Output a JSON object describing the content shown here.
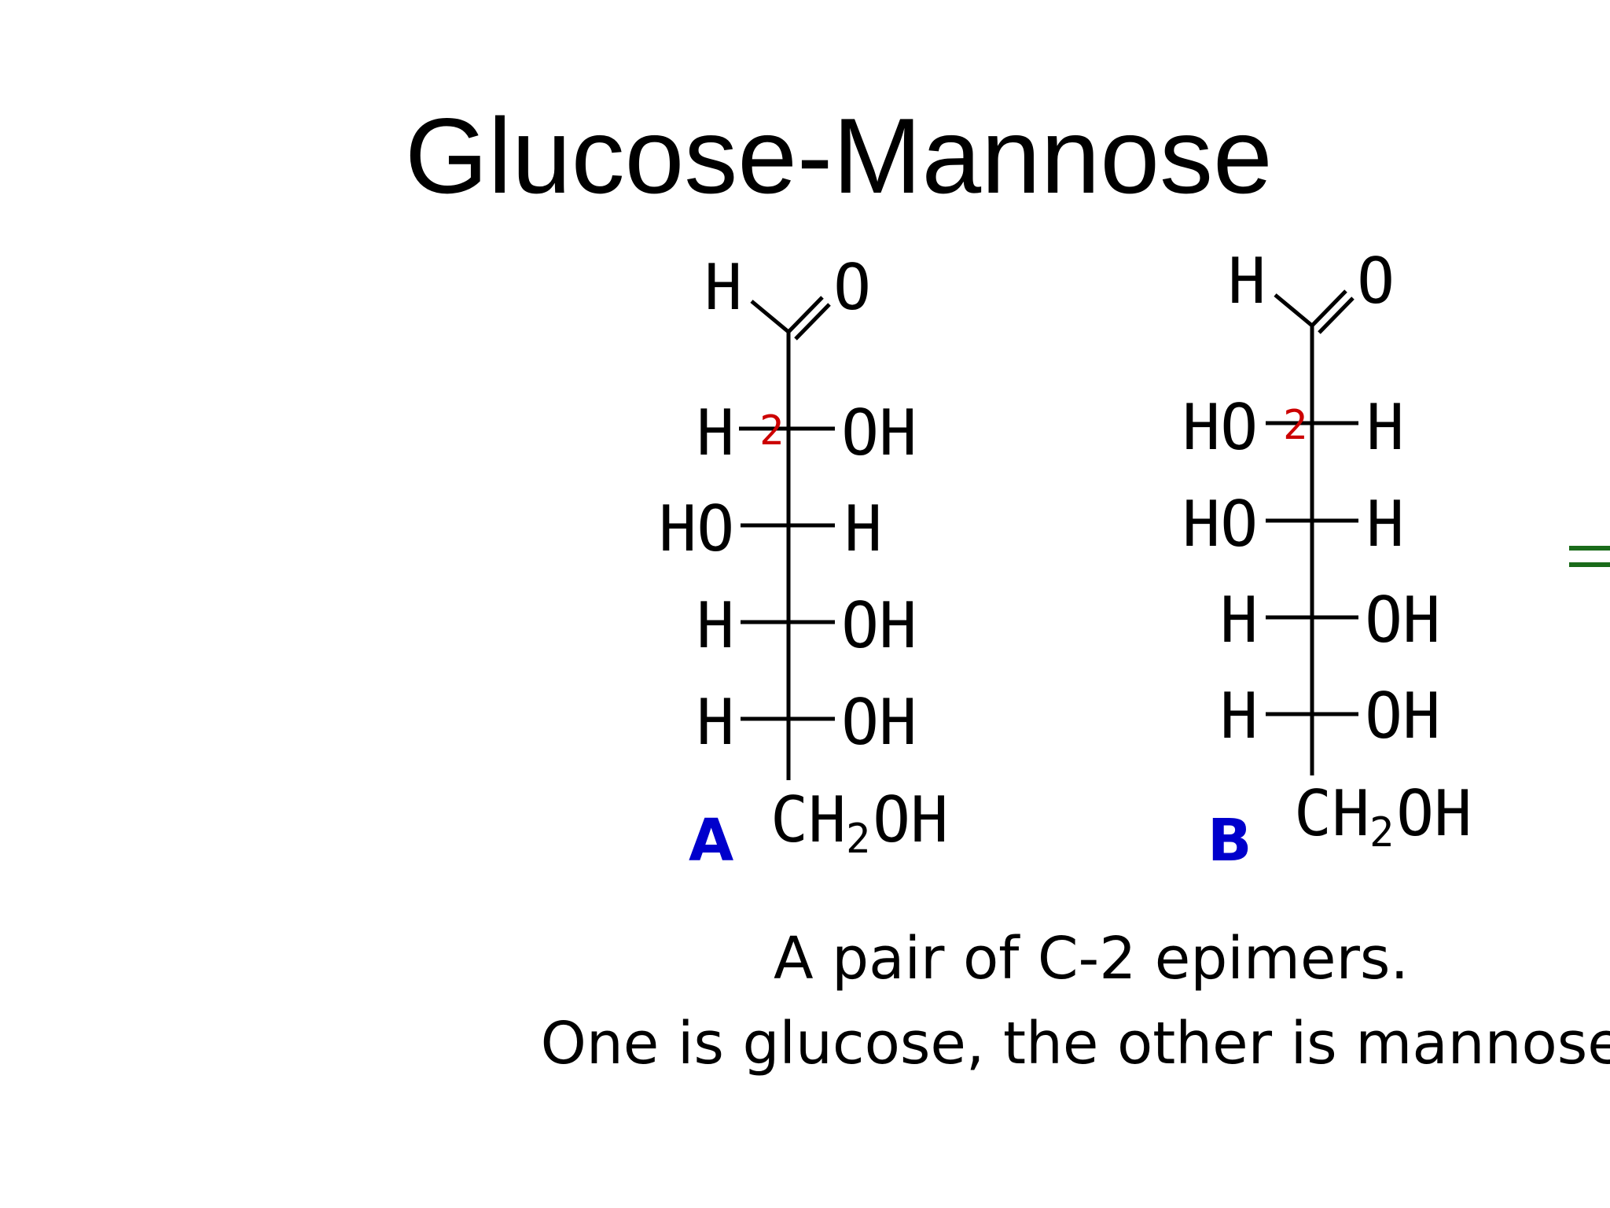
{
  "slide": {
    "title": "Glucose-Mannose"
  },
  "molecules": [
    {
      "label": "A",
      "aldehyde_h": "H",
      "aldehyde_o": "O",
      "carbon_number": "2",
      "rows": [
        {
          "left": "H",
          "right": "OH"
        },
        {
          "left": "HO",
          "right": "H"
        },
        {
          "left": "H",
          "right": "OH"
        },
        {
          "left": "H",
          "right": "OH"
        }
      ],
      "bottom": {
        "ch": "CH",
        "sub": "2",
        "oh": "OH"
      }
    },
    {
      "label": "B",
      "aldehyde_h": "H",
      "aldehyde_o": "O",
      "carbon_number": "2",
      "rows": [
        {
          "left": "HO",
          "right": "H"
        },
        {
          "left": "HO",
          "right": "H"
        },
        {
          "left": "H",
          "right": "OH"
        },
        {
          "left": "H",
          "right": "OH"
        }
      ],
      "bottom": {
        "ch": "CH",
        "sub": "2",
        "oh": "OH"
      }
    }
  ],
  "caption": {
    "line1": "A pair of C-2 epimers.",
    "line2": "One is glucose, the other is mannose."
  },
  "colors": {
    "label": "#0000cc",
    "locant": "#cc0000",
    "edge_mark": "#1a6b1a"
  }
}
